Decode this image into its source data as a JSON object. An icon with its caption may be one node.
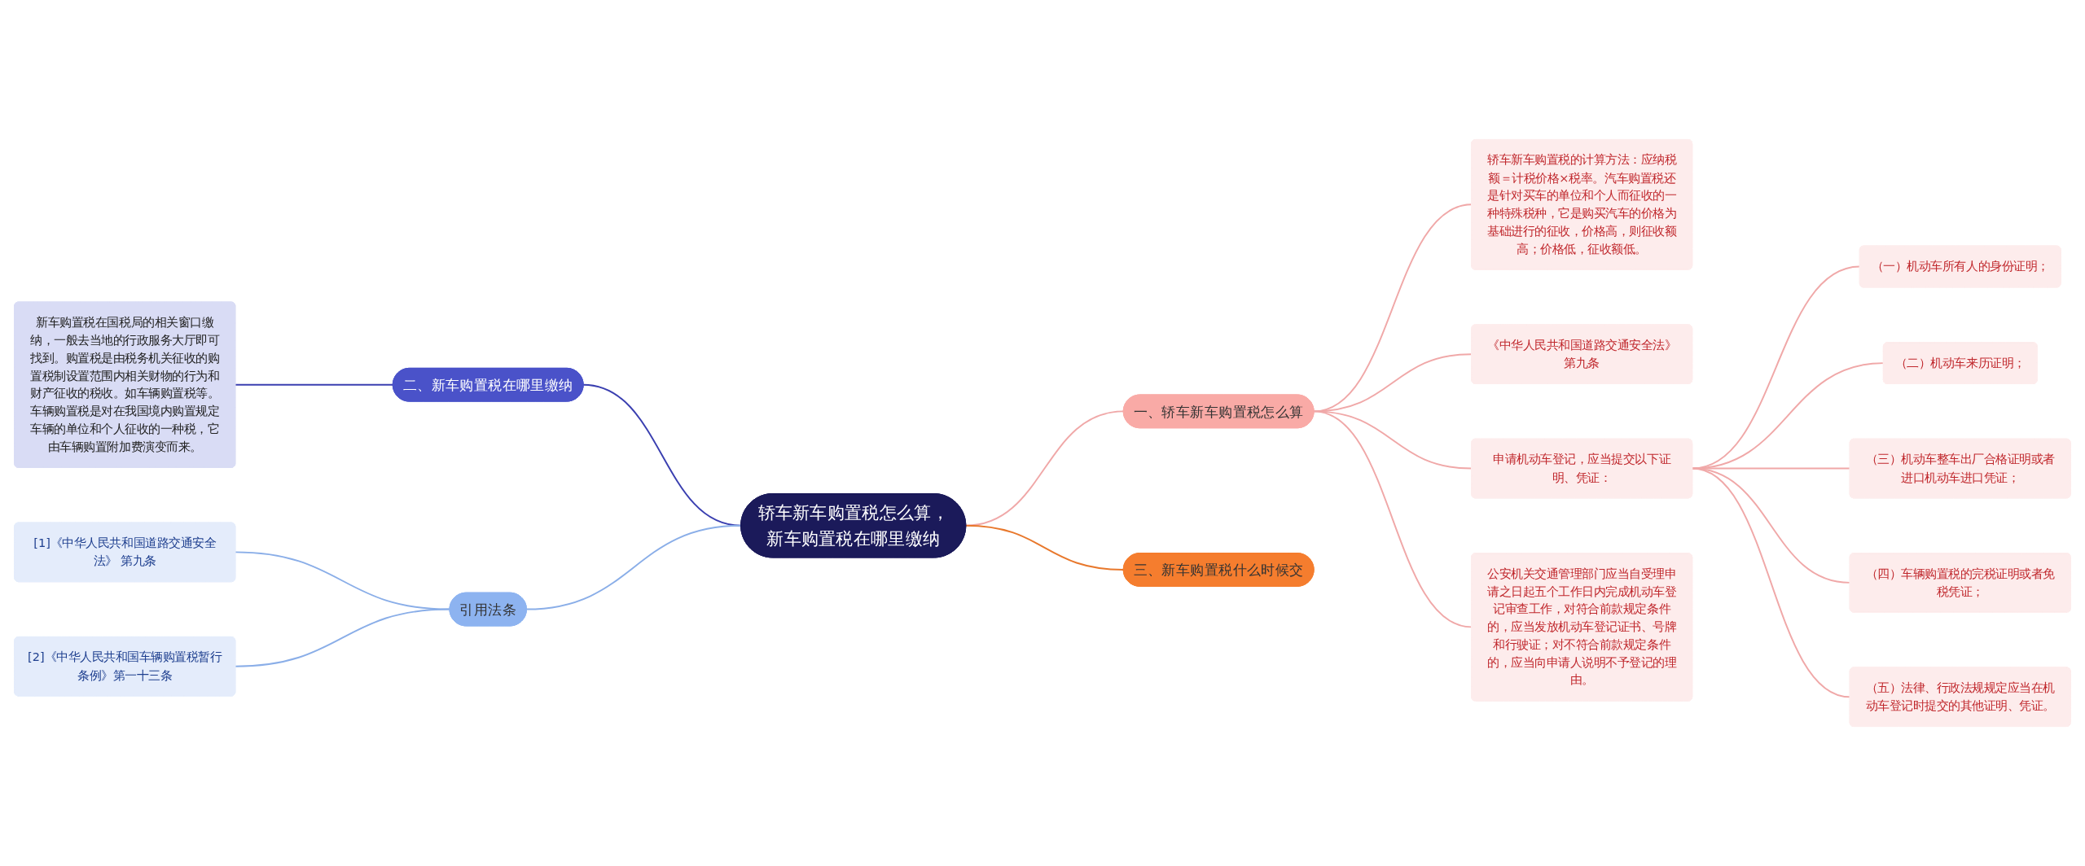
{
  "diagram": {
    "nodes": [
      {
        "text": [
          "轿车新车购置税怎么算，新车购置税在哪里缴纳"
        ]
      },
      {
        "text": [
          "一、轿车新车购置税怎么算"
        ]
      },
      {
        "text": [
          "轿车新车购置税的计算方法：应纳税额＝计税价格×税率。汽车购置税还是针对买车的单位和个人而征收的一种特殊税种，它是购买汽车的价格为基础进行的征收，价格高，则征收额高；价格低，征收额低。"
        ]
      },
      {
        "text": [
          "《中华人民共和国道路交通安全法》第九条"
        ]
      },
      {
        "text": [
          "申请机动车登记，应当提交以下证明、凭证："
        ]
      },
      {
        "text": [
          "（一）机动车所有人的身份证明；"
        ]
      },
      {
        "text": [
          "（二）机动车来历证明；"
        ]
      },
      {
        "text": [
          "（三）机动车整车出厂合格证明或者进口机动车进口凭证；"
        ]
      },
      {
        "text": [
          "（四）车辆购置税的完税证明或者免税凭证；"
        ]
      },
      {
        "text": [
          "（五）法律、行政法规规定应当在机动车登记时提交的其他证明、凭证。"
        ]
      },
      {
        "text": [
          "公安机关交通管理部门应当自受理申请之日起五个工作日内完成机动车登记审查工作，对符合前款规定条件的，应当发放机动车登记证书、号牌和行驶证；对不符合前款规定条件的，应当向申请人说明不予登记的理由。"
        ]
      },
      {
        "text": [
          "三、新车购置税什么时候交"
        ]
      },
      {
        "text": [
          "二、新车购置税在哪里缴纳"
        ]
      },
      {
        "text": [
          "新车购置税在国税局的相关窗口缴纳，一般去当地的行政服务大厅即可找到。购置税是由税务机关征收的购置税制设置范围内相关财物的行为和财产征收的税收。如车辆购置税等。车辆购置税是对在我国境内购置规定车辆的单位和个人征收的一种税，它由车辆购置附加费演变而来。"
        ]
      },
      {
        "text": [
          "引用法条"
        ]
      },
      {
        "text": [
          "[1]《中华人民共和国道路交通安全法》 第九条"
        ]
      },
      {
        "text": [
          "[2]《中华人民共和国车辆购置税暂行条例》第一十三条"
        ]
      }
    ],
    "edges": [
      {
        "from": 0,
        "to": 1,
        "arrow": "none"
      },
      {
        "from": 1,
        "to": 2,
        "arrow": "none"
      },
      {
        "from": 1,
        "to": 3,
        "arrow": "none"
      },
      {
        "from": 1,
        "to": 4,
        "arrow": "none"
      },
      {
        "from": 4,
        "to": 5,
        "arrow": "none"
      },
      {
        "from": 4,
        "to": 6,
        "arrow": "none"
      },
      {
        "from": 4,
        "to": 7,
        "arrow": "none"
      },
      {
        "from": 4,
        "to": 8,
        "arrow": "none"
      },
      {
        "from": 4,
        "to": 9,
        "arrow": "none"
      },
      {
        "from": 1,
        "to": 10,
        "arrow": "none"
      },
      {
        "from": 0,
        "to": 11,
        "arrow": "none",
        "color": "#e8782c"
      },
      {
        "from": 12,
        "to": 0,
        "arrow": "none",
        "color": "#3a3fb0"
      },
      {
        "from": 13,
        "to": 12,
        "arrow": "none",
        "color": "#3a3fb0"
      },
      {
        "from": 14,
        "to": 0,
        "arrow": "none",
        "color": "#8aaee8"
      },
      {
        "from": 15,
        "to": 14,
        "arrow": "none",
        "color": "#8aaee8"
      },
      {
        "from": 16,
        "to": 14,
        "arrow": "none",
        "color": "#8aaee8"
      }
    ]
  }
}
